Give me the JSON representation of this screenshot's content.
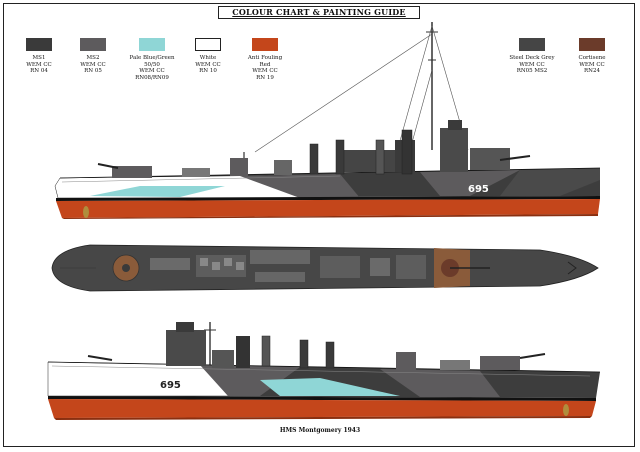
{
  "title": "COLOUR CHART & PAINTING GUIDE",
  "swatches": [
    {
      "name": "MS1",
      "line2": "WEM CC",
      "line3": "RN 04",
      "line4": "",
      "color": "#3a3a3a"
    },
    {
      "name": "MS2",
      "line2": "WEM CC",
      "line3": "RN 05",
      "line4": "",
      "color": "#5d5b5d"
    },
    {
      "name": "Pale Blue/Green",
      "line2": "50/50",
      "line3": "WEM CC",
      "line4": "RN08/RN09",
      "color": "#8fd6d6"
    },
    {
      "name": "White",
      "line2": "WEM CC",
      "line3": "RN 10",
      "line4": "",
      "color": "#ffffff"
    },
    {
      "name": "Anti Fouling",
      "line2": "Red",
      "line3": "WEM CC",
      "line4": "RN 19",
      "color": "#c4461b"
    },
    {
      "name": "Steel Deck Grey",
      "line2": "WEM CC",
      "line3": "RN05  MS2",
      "line4": "",
      "color": "#454545"
    },
    {
      "name": "Cortisene",
      "line2": "WEM CC",
      "line3": "RN24",
      "line4": "",
      "color": "#6b3b2a"
    }
  ],
  "hull_number": "695",
  "caption": "HMS Montgomery 1943"
}
